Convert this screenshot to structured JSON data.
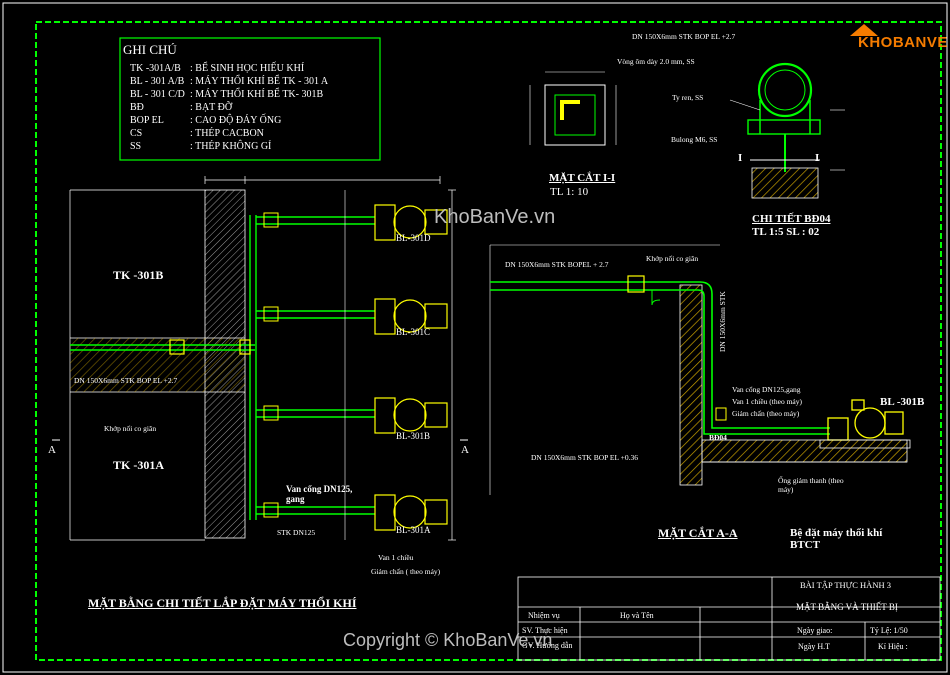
{
  "logo": {
    "text": "KHOBANVE"
  },
  "watermark": {
    "text": "KhoBanVe.vn",
    "copyright": "Copyright © KhoBanVe.vn"
  },
  "legend": {
    "title": "GHI CHÚ",
    "rows": [
      {
        "code": "TK -301A/B",
        "desc": ": BỂ SINH HỌC HIẾU KHÍ"
      },
      {
        "code": "BL - 301 A/B",
        "desc": ": MÁY THỔI KHÍ BỂ TK - 301 A"
      },
      {
        "code": "BL - 301 C/D",
        "desc": ": MÁY THỔI KHÍ BỂ TK- 301B"
      },
      {
        "code": "BĐ",
        "desc": ": BẠT ĐỠ"
      },
      {
        "code": "BOP EL",
        "desc": ": CAO ĐỘ ĐÁY ỐNG"
      },
      {
        "code": "CS",
        "desc": ": THÉP CACBON"
      },
      {
        "code": "SS",
        "desc": ": THÉP KHÔNG GỈ"
      }
    ]
  },
  "section_ii": {
    "title": "MẶT CẮT I-I",
    "scale": "TL 1: 10"
  },
  "detail_bd04": {
    "title": "CHI TIẾT BĐ04",
    "scale": "TL 1:5    SL : 02",
    "labels": {
      "pipe": "DN 150X6mm STK BOP EL +2.7",
      "clamp": "Vòng ôm dày 2.0 mm, SS",
      "rod": "Ty ren, SS",
      "bolt": "Bulong M6, SS",
      "mark_i": "I"
    }
  },
  "plan": {
    "tank_b": "TK -301B",
    "tank_a": "TK -301A",
    "pipe_label": "DN 150X6mm STK BOP EL +2.7",
    "joint_label": "Khớp nối co giãn",
    "valve_label": "Van cổng DN125, gang",
    "stk_label": "STK DN125",
    "check_label": "Van 1 chiều",
    "damper_label": "Giảm chấn ( theo máy)",
    "blowers": [
      "BL-301D",
      "BL-301C",
      "BL-301B",
      "BL-301A"
    ],
    "section_mark": "A",
    "title": "MẶT BẰNG CHI TIẾT LẮP ĐẶT MÁY THỔI KHÍ"
  },
  "section_aa": {
    "pipe_top": "DN 150X6mm STK BOPEL + 2.7",
    "joint": "Khớp nối co giãn",
    "vertical": "DN 150X6mm STK",
    "valve": "Van cổng DN125,gang",
    "check": "Van 1 chiều (theo máy)",
    "damper": "Giảm chấn (theo máy)",
    "bd": "BĐ04",
    "pipe_bottom": "DN 150X6mm STK BOP EL +0.36",
    "silencer": "Ống giảm thanh (theo máy)",
    "blower": "BL -301B",
    "base": "Bệ đặt máy thổi khí BTCT",
    "title": "MẶT CẮT A-A"
  },
  "titleblock": {
    "exercise": "BÀI TẬP THỰC HÀNH 3",
    "drawing": "MẶT BẰNG VÀ THIẾT BỊ",
    "task": "Nhiệm vụ",
    "name": "Họ và Tên",
    "row1": "SV. Thực hiện",
    "row2": "GV. Hướng dẫn",
    "date_give": "Ngày giao:",
    "scale": "Tỷ Lệ: 1/50",
    "date": "Ngày H.T",
    "sign": "Kí Hiệu :"
  },
  "colors": {
    "frame": "#00ff00",
    "pipe": "#00ff00",
    "equipment": "#ffff00",
    "hatch": "#c8a000",
    "dim": "#ffffff"
  }
}
